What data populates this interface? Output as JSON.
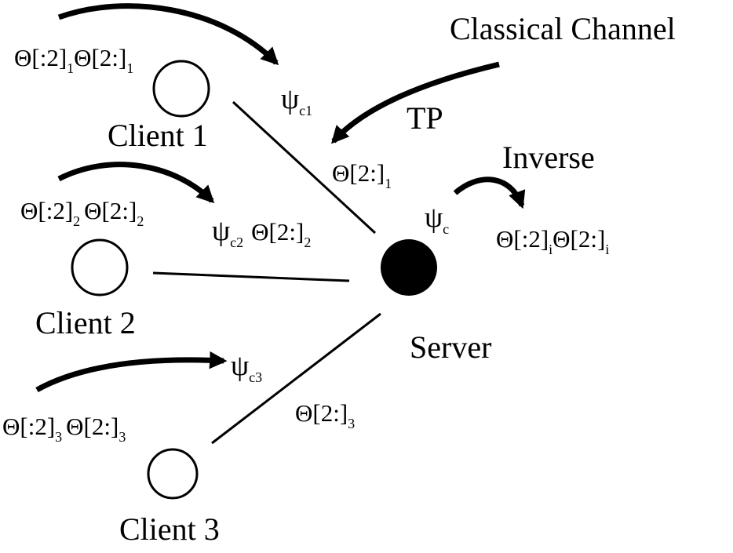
{
  "clients": [
    {
      "label": "Client 1",
      "theta_pair": {
        "a": "Θ[:2]",
        "a_sub": "1",
        "b": "Θ[2:]",
        "b_sub": "1"
      },
      "psi": {
        "base": "ψ",
        "sub": "c1"
      },
      "link_param": {
        "base": "Θ[2:]",
        "sub": "1"
      }
    },
    {
      "label": "Client 2",
      "theta_pair": {
        "a": "Θ[:2]",
        "a_sub": "2",
        "b": "Θ[2:]",
        "b_sub": "2"
      },
      "psi": {
        "base": "ψ",
        "sub": "c2"
      },
      "link_param": {
        "base": "Θ[2:]",
        "sub": "2"
      }
    },
    {
      "label": "Client 3",
      "theta_pair": {
        "a": "Θ[:2]",
        "a_sub": "3",
        "b": "Θ[2:]",
        "b_sub": "3"
      },
      "psi": {
        "base": "ψ",
        "sub": "c3"
      },
      "link_param": {
        "base": "Θ[2:]",
        "sub": "3"
      }
    }
  ],
  "server": {
    "label": "Server",
    "psi": {
      "base": "ψ",
      "sub": "c"
    },
    "inverse_label": "Inverse",
    "result": {
      "a": "Θ[:2]",
      "a_sub": "i",
      "b": "Θ[2:]",
      "b_sub": "i"
    }
  },
  "channel": {
    "label": "Classical Channel",
    "tp_label": "TP"
  }
}
